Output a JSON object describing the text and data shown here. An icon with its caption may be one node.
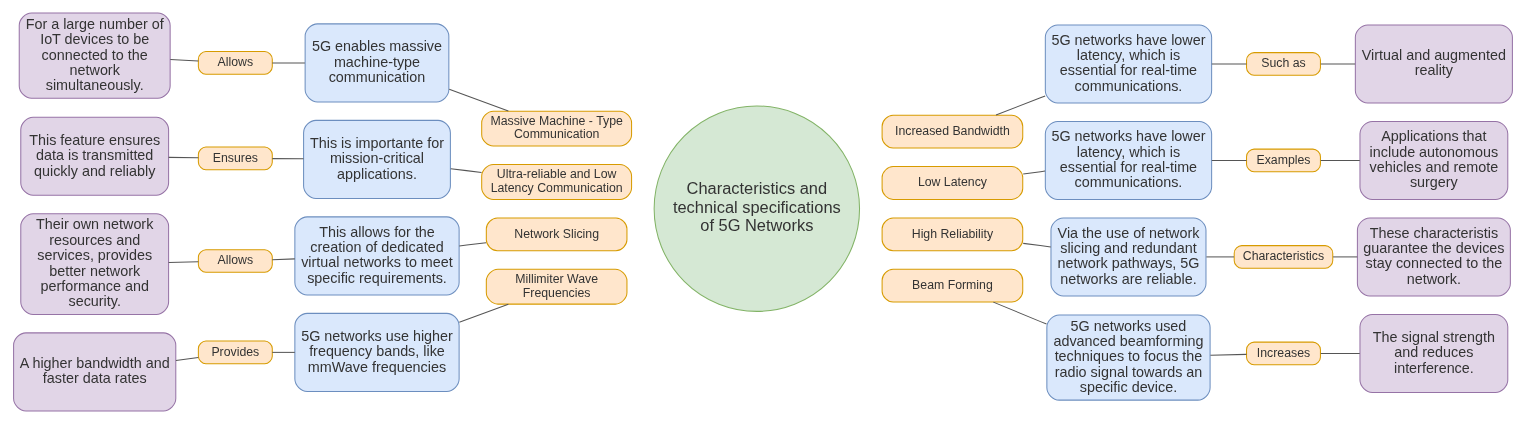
{
  "diagram": {
    "nodes": [
      {
        "text": [
          "For a large number of IoT devices to be connected to the network simultaneously."
        ]
      },
      {
        "text": [
          "Allows"
        ]
      },
      {
        "text": [
          "5G enables massive machine-type communication"
        ]
      },
      {
        "text": [
          "Massive Machine - Type Communication"
        ]
      },
      {
        "text": [
          "This feature ensures data is transmitted quickly and reliably"
        ]
      },
      {
        "text": [
          "Ensures"
        ]
      },
      {
        "text": [
          "This is importante for mission-critical applications."
        ]
      },
      {
        "text": [
          "Ultra-reliable and Low Latency Communication"
        ]
      },
      {
        "text": [
          "Their own network resources and services, provides better network performance and security."
        ]
      },
      {
        "text": [
          "Allows"
        ]
      },
      {
        "text": [
          "This allows for the creation of dedicated virtual networks to meet specific requirements."
        ]
      },
      {
        "text": [
          "Network Slicing"
        ]
      },
      {
        "text": [
          "A higher bandwidth and faster data rates"
        ]
      },
      {
        "text": [
          "Provides"
        ]
      },
      {
        "text": [
          "5G networks use higher frequency bands, like mmWave frequencies"
        ]
      },
      {
        "text": [
          "Millimiter Wave Frequencies"
        ]
      },
      {
        "text": [
          "Characteristics and technical specifications of 5G Networks"
        ]
      },
      {
        "text": [
          "Increased Bandwidth"
        ]
      },
      {
        "text": [
          "5G networks have lower latency, which is essential for real-time communications."
        ]
      },
      {
        "text": [
          "Such as"
        ]
      },
      {
        "text": [
          "Virtual and augmented reality"
        ]
      },
      {
        "text": [
          "Low Latency"
        ]
      },
      {
        "text": [
          "5G networks have lower latency, which is essential for real-time communications."
        ]
      },
      {
        "text": [
          "Examples"
        ]
      },
      {
        "text": [
          "Applications that include autonomous vehicles and remote surgery"
        ]
      },
      {
        "text": [
          "High Reliability"
        ]
      },
      {
        "text": [
          "Via the use of network slicing and redundant network pathways, 5G networks are reliable."
        ]
      },
      {
        "text": [
          "Characteristics"
        ]
      },
      {
        "text": [
          "These characteristis guarantee the devices stay connected to the network."
        ]
      },
      {
        "text": [
          "Beam Forming"
        ]
      },
      {
        "text": [
          "5G networks used advanced beamforming techniques to focus the radio signal towards an specific device."
        ]
      },
      {
        "text": [
          "Increases"
        ]
      },
      {
        "text": [
          "The signal strength and reduces interference."
        ]
      }
    ],
    "edges": [
      {
        "from": 0,
        "to": 1,
        "arrow": "none"
      },
      {
        "from": 1,
        "to": 2,
        "arrow": "none"
      },
      {
        "from": 2,
        "to": 3,
        "arrow": "none"
      },
      {
        "from": 4,
        "to": 5,
        "arrow": "none"
      },
      {
        "from": 5,
        "to": 6,
        "arrow": "none"
      },
      {
        "from": 6,
        "to": 7,
        "arrow": "none"
      },
      {
        "from": 8,
        "to": 9,
        "arrow": "none"
      },
      {
        "from": 9,
        "to": 10,
        "arrow": "none"
      },
      {
        "from": 10,
        "to": 11,
        "arrow": "none"
      },
      {
        "from": 12,
        "to": 13,
        "arrow": "none"
      },
      {
        "from": 13,
        "to": 14,
        "arrow": "none"
      },
      {
        "from": 14,
        "to": 15,
        "arrow": "none"
      },
      {
        "from": 17,
        "to": 18,
        "arrow": "none"
      },
      {
        "from": 18,
        "to": 19,
        "arrow": "none"
      },
      {
        "from": 19,
        "to": 20,
        "arrow": "none"
      },
      {
        "from": 21,
        "to": 22,
        "arrow": "none"
      },
      {
        "from": 22,
        "to": 23,
        "arrow": "none"
      },
      {
        "from": 23,
        "to": 24,
        "arrow": "none"
      },
      {
        "from": 25,
        "to": 26,
        "arrow": "none"
      },
      {
        "from": 26,
        "to": 27,
        "arrow": "none"
      },
      {
        "from": 27,
        "to": 28,
        "arrow": "none"
      },
      {
        "from": 29,
        "to": 30,
        "arrow": "none"
      },
      {
        "from": 30,
        "to": 31,
        "arrow": "none"
      },
      {
        "from": 31,
        "to": 32,
        "arrow": "none"
      }
    ]
  }
}
